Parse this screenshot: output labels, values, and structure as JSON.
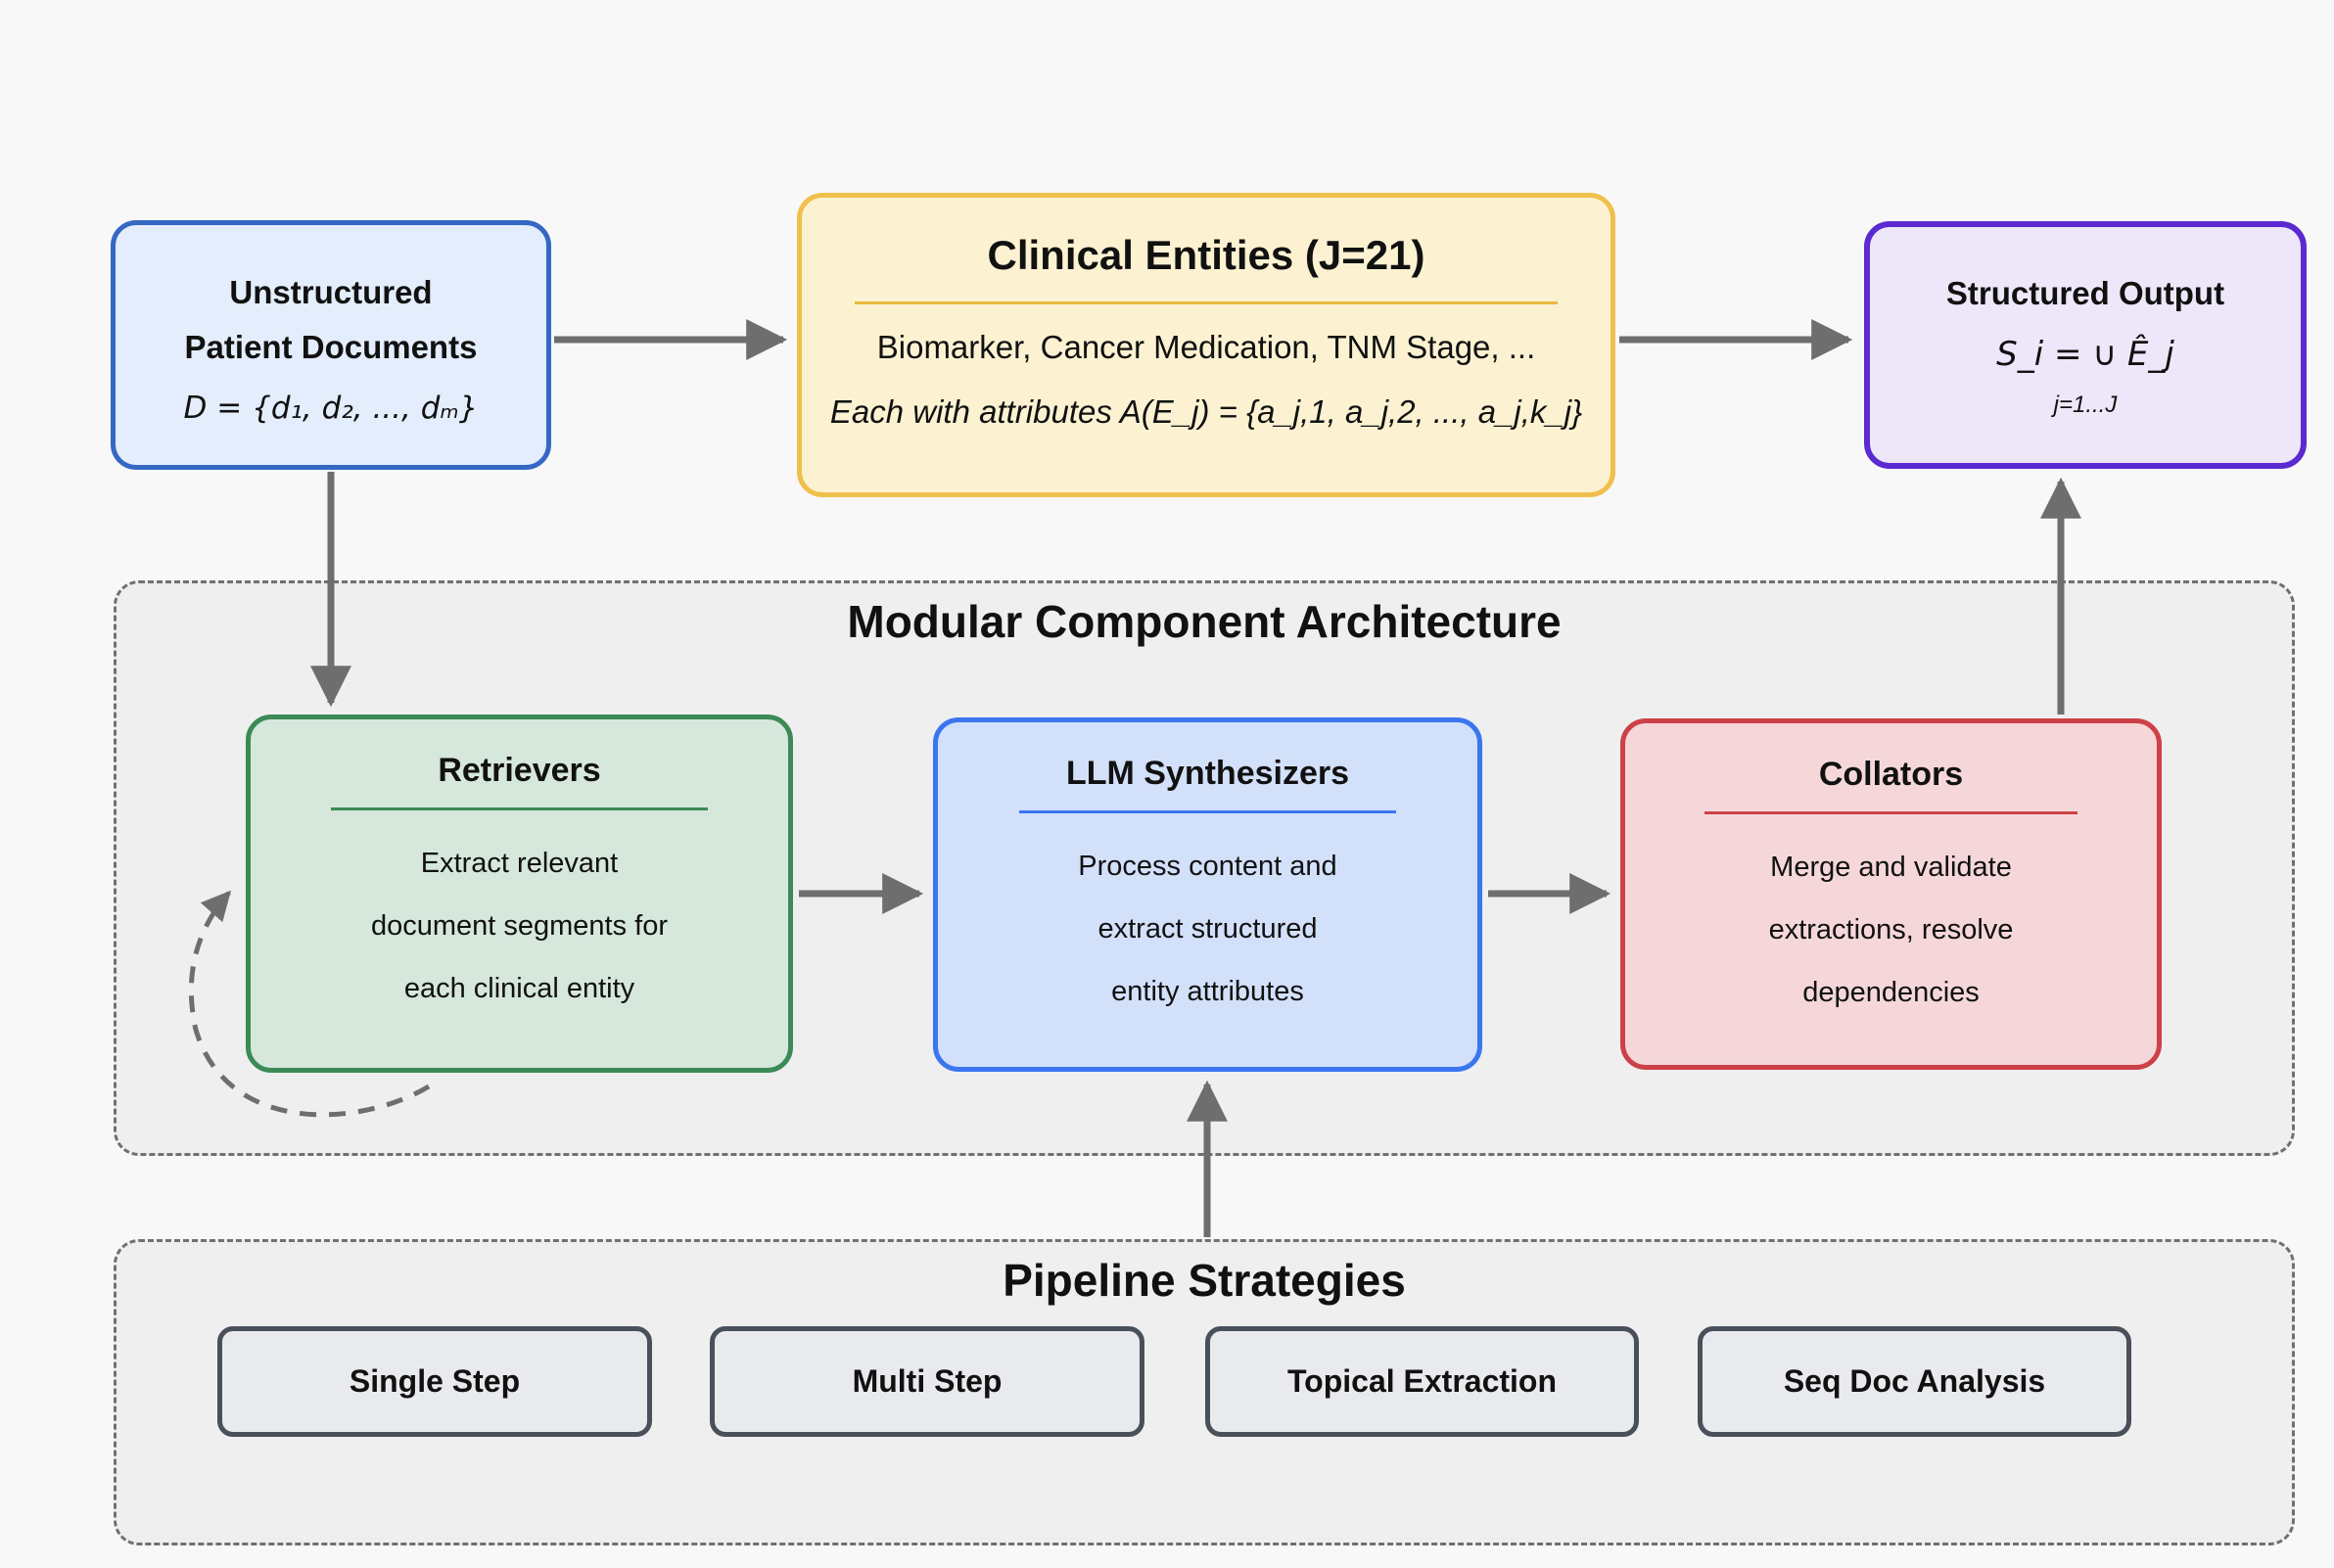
{
  "canvas": {
    "background": "#f8f8f8"
  },
  "colors": {
    "arrow": "#6e6e6e",
    "dashed_container_border": "#707070",
    "dashed_container_fill": "#efefef",
    "strategy_box_fill": "#e8eaed",
    "strategy_box_border": "#49505a"
  },
  "nodes": {
    "unstructured_documents": {
      "title_line1": "Unstructured",
      "title_line2": "Patient Documents",
      "formula": "D = {d₁, d₂, ..., dₘ}",
      "fill": "#e3edfb",
      "border": "#3568c4"
    },
    "clinical_entities": {
      "title": "Clinical Entities (J=21)",
      "examples": "Biomarker, Cancer Medication, TNM Stage, ...",
      "attributes": "Each with attributes A(E_j) = {a_j,1, a_j,2, ..., a_j,k_j}",
      "fill": "#fcf2d2",
      "border": "#f0c04c"
    },
    "structured_output": {
      "title": "Structured Output",
      "formula": "S_i = ∪ Ê_j",
      "index_range": "j=1...J",
      "fill": "#eee7fa",
      "border": "#5b2ad0"
    },
    "retrievers": {
      "title": "Retrievers",
      "desc_lines": [
        "Extract relevant",
        "document segments for",
        "each clinical entity"
      ],
      "fill": "#d6e7dc",
      "border": "#3c8a55"
    },
    "llm_synthesizers": {
      "title": "LLM Synthesizers",
      "desc_lines": [
        "Process content and",
        "extract structured",
        "entity attributes"
      ],
      "fill": "#d3e0fa",
      "border": "#3b76f0"
    },
    "collators": {
      "title": "Collators",
      "desc_lines": [
        "Merge and validate",
        "extractions, resolve",
        "dependencies"
      ],
      "fill": "#f5d7da",
      "border": "#cc4147"
    }
  },
  "sections": {
    "modular_architecture": {
      "title": "Modular Component Architecture"
    },
    "pipeline_strategies": {
      "title": "Pipeline Strategies",
      "strategies": [
        {
          "label": "Single Step"
        },
        {
          "label": "Multi Step"
        },
        {
          "label": "Topical Extraction"
        },
        {
          "label": "Seq Doc Analysis"
        }
      ]
    }
  }
}
